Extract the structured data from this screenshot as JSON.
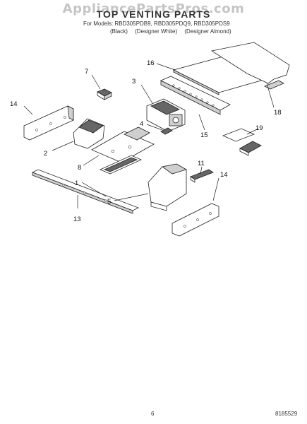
{
  "header": {
    "watermark": "AppliancePartsPros.com",
    "title": "TOP VENTING PARTS",
    "models": "For Models: RBD305PDB9, RBD305PDQ9, RBD305PDS9",
    "variants": [
      "(Black)",
      "(Designer White)",
      "(Designer Almond)"
    ]
  },
  "callouts": {
    "c1": "1",
    "c2": "2",
    "c3": "3",
    "c4": "4",
    "c5": "5",
    "c7": "7",
    "c8": "8",
    "c11": "11",
    "c13": "13",
    "c14a": "14",
    "c14b": "14",
    "c15": "15",
    "c16": "16",
    "c18": "18",
    "c19": "19"
  },
  "footer": {
    "page_number": "6",
    "doc_id": "8185529"
  }
}
